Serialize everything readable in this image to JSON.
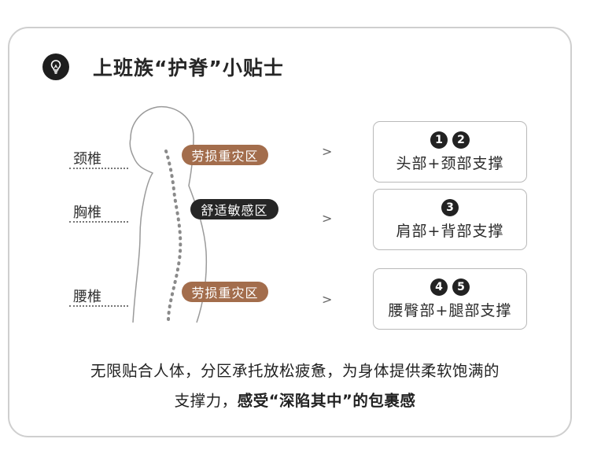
{
  "title": "上班族“护脊”小贴士",
  "icons": {
    "header": "lightbulb-icon"
  },
  "regions": [
    {
      "label": "颈椎",
      "zone": "劳损重灾区",
      "zone_style": "brown"
    },
    {
      "label": "胸椎",
      "zone": "舒适敏感区",
      "zone_style": "dark"
    },
    {
      "label": "腰椎",
      "zone": "劳损重灾区",
      "zone_style": "brown"
    }
  ],
  "arrow": ">",
  "supports": [
    {
      "numbers": [
        "1",
        "2"
      ],
      "text": "头部+颈部支撑"
    },
    {
      "numbers": [
        "3"
      ],
      "text": "肩部+背部支撑"
    },
    {
      "numbers": [
        "4",
        "5"
      ],
      "text": "腰臀部+腿部支撑"
    }
  ],
  "description": {
    "line1": "无限贴合人体，分区承托放松疲惫，为身体提供柔软饱满的",
    "line2_plain": "支撑力，",
    "line2_bold": "感受“深陷其中”的包裹感"
  },
  "colors": {
    "brown_pill": "#a36d4c",
    "dark_pill": "#262626",
    "border": "#cfcfcf"
  }
}
